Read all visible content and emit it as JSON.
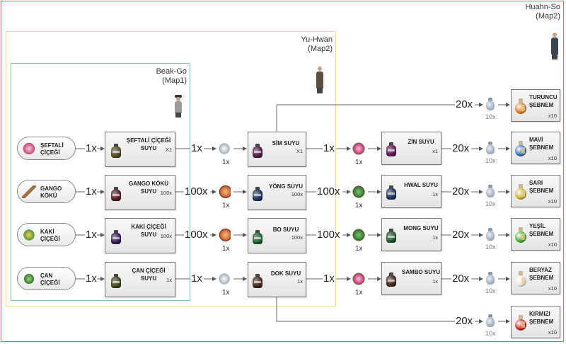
{
  "npcs": {
    "beak_go": {
      "name": "Beak-Go",
      "map": "(Map1)"
    },
    "yu_hwan": {
      "name": "Yu-Hwan",
      "map": "(Map2)"
    },
    "huahn_so": {
      "name": "Huahn-So",
      "map": "(Map2)"
    }
  },
  "rows": [
    {
      "raw": {
        "line1": "ŞEFTALİ",
        "line2": "ÇİÇEĞİ",
        "icon": "peach-blossom-icon"
      },
      "raw_mult": "1x",
      "juice1": {
        "line1": "ŞEFTALİ ÇİÇEĞİ",
        "line2": "SUYU",
        "qty": "X1",
        "color": "#5a5020"
      },
      "juice1_mult": "1x",
      "ing1": {
        "icon": "white-flower-icon",
        "qty": "1x"
      },
      "juice2": {
        "line1": "SİM SUYU",
        "qty": "X1",
        "color": "#5c1a4c"
      },
      "juice2_mult": "1x",
      "ing2": {
        "icon": "pink-flower-icon",
        "qty": "1x"
      },
      "juice3": {
        "line1": "ZİN SUYU",
        "qty": "x1",
        "color": "#6b1464"
      },
      "juice3_mult": "20x",
      "vase_qty": "10x",
      "final": {
        "line1": "MAVİ",
        "line2": "ŞEBNEM",
        "qty": "x10",
        "color": "#2c6bb0"
      }
    },
    {
      "raw": {
        "line1": "GANGO",
        "line2": "KÖKÜ",
        "icon": "root-icon"
      },
      "raw_mult": "1x",
      "juice1": {
        "line1": "GANGO KÖKÜ",
        "line2": "SUYU",
        "qty": "100x",
        "color": "#5e1a22"
      },
      "juice1_mult": "100x",
      "ing1": {
        "icon": "mushroom-icon",
        "qty": "1x"
      },
      "juice2": {
        "line1": "YÖNG SUYU",
        "qty": "100x",
        "color": "#1d3563"
      },
      "juice2_mult": "100x",
      "ing2": {
        "icon": "green-herb-icon",
        "qty": "1x"
      },
      "juice3": {
        "line1": "HWAL SUYU",
        "qty": "1x",
        "color": "#1f3464"
      },
      "juice3_mult": "20x",
      "vase_qty": "10x",
      "final": {
        "line1": "SARI",
        "line2": "ŞEBNEM",
        "qty": "x10",
        "color": "#c8b02a"
      }
    },
    {
      "raw": {
        "line1": "KAKİ",
        "line2": "ÇİÇEĞİ",
        "icon": "kaki-flower-icon"
      },
      "raw_mult": "1x",
      "juice1": {
        "line1": "KAKİ ÇİÇEĞİ",
        "line2": "SUYU",
        "qty": "100x",
        "color": "#3a1c5e"
      },
      "juice1_mult": "100x",
      "ing1": {
        "icon": "mushroom-icon",
        "qty": "1x"
      },
      "juice2": {
        "line1": "BO SUYU",
        "qty": "100x",
        "color": "#1a6a32"
      },
      "juice2_mult": "100x",
      "ing2": {
        "icon": "green-herb-icon",
        "qty": "1x"
      },
      "juice3": {
        "line1": "MONG SUYU",
        "qty": "1x",
        "color": "#22602e"
      },
      "juice3_mult": "20x",
      "vase_qty": "10x",
      "final": {
        "line1": "YEŞİL",
        "line2": "ŞEBNEM",
        "qty": "x10",
        "color": "#3fae2a"
      }
    },
    {
      "raw": {
        "line1": "ÇAN",
        "line2": "ÇİÇEĞİ",
        "icon": "bell-flower-icon"
      },
      "raw_mult": "1x",
      "juice1": {
        "line1": "ÇAN ÇİÇEĞİ",
        "line2": "SUYU",
        "qty": "1x",
        "color": "#4a4a1c"
      },
      "juice1_mult": "1x",
      "ing1": {
        "icon": "white-flower-icon",
        "qty": "1x"
      },
      "juice2": {
        "line1": "DOK SUYU",
        "qty": "1x",
        "color": "#4a2a18"
      },
      "juice2_mult": "1x",
      "ing2": {
        "icon": "pink-flower-icon",
        "qty": "1x"
      },
      "juice3": {
        "line1": "SAMBO SUYU",
        "qty": "1x",
        "color": "#4a2a18"
      },
      "juice3_mult": "20x",
      "vase_qty": "10x",
      "final": {
        "line1": "BERYAZ",
        "line2": "ŞEBNEM",
        "qty": "x10",
        "color": "#ece8dc"
      }
    }
  ],
  "branches": {
    "top": {
      "mult": "20x",
      "vase_qty": "10x",
      "final": {
        "line1": "TURUNCU",
        "line2": "ŞEBNEM",
        "qty": "x10",
        "color": "#d9761c"
      }
    },
    "bottom": {
      "mult": "20x",
      "vase_qty": "10x",
      "final": {
        "line1": "KIRMIZI",
        "line2": "ŞEBNEM",
        "qty": "x10",
        "color": "#c8201c"
      }
    }
  },
  "colors": {
    "frame": "#e06666",
    "yu_zone": "#f6dd8a",
    "beak_zone": "#7cc9a0"
  }
}
